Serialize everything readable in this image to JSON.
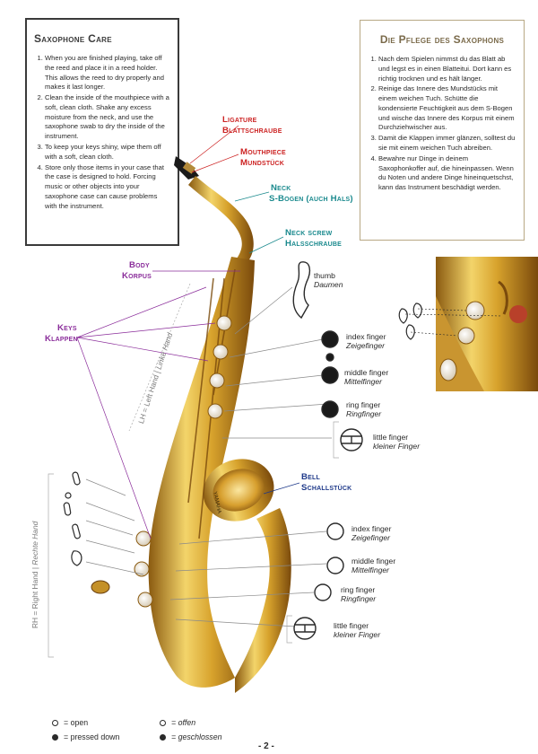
{
  "care_en": {
    "title": "Saxophone Care",
    "items": [
      "When you are finished playing, take off the reed and place it in a reed holder. This allows the reed to dry properly and makes it last longer.",
      "Clean the inside of the mouthpiece with a soft, clean cloth. Shake any excess moisture from the neck, and use the saxophone swab to dry the inside of the instrument.",
      "To keep your keys shiny, wipe them off with a soft, clean cloth.",
      "Store only those items in your case that the case is designed to hold. Forcing music or other objects into your saxophone case can cause problems with the instrument."
    ]
  },
  "care_de": {
    "title": "Die Pflege des Saxophons",
    "items": [
      "Nach dem Spielen nimmst du das Blatt ab und legst es in einen Blatteitui. Dort kann es richtig trocknen und es hält länger.",
      "Reinige das Innere des Mundstücks mit einem weichen Tuch. Schütte die kondensierte Feuchtigkeit aus dem S-Bogen und wische das Innere des Korpus mit einem Durchziehwischer aus.",
      "Damit die Klappen immer glänzen, solltest du sie mit einem weichen Tuch abreiben.",
      "Bewahre nur Dinge in deinem Saxophonkoffer auf, die hineinpassen. Wenn du Noten und andere Dinge hineinquetschst, kann das Instrument beschädigt werden."
    ]
  },
  "parts": {
    "ligature": {
      "en": "Ligature",
      "de": "Blattschraube"
    },
    "mouthpiece": {
      "en": "Mouthpiece",
      "de": "Mundstück"
    },
    "neck": {
      "en": "Neck",
      "de": "S-Bogen (auch Hals)"
    },
    "neck_screw": {
      "en": "Neck screw",
      "de": "Halsschraube"
    },
    "body": {
      "en": "Body",
      "de": "Korpus"
    },
    "keys": {
      "en": "Keys",
      "de": "Klappen"
    },
    "bell": {
      "en": "Bell",
      "de": "Schallstück"
    }
  },
  "hands": {
    "left": "LH = Left Hand",
    "left_de": "Linke Hand",
    "right": "RH = Right Hand",
    "right_de": "Rechte Hand"
  },
  "fingers_left": [
    {
      "en": "thumb",
      "de": "Daumen"
    },
    {
      "en": "index finger",
      "de": "Zeigefinger"
    },
    {
      "en": "middle finger",
      "de": "Mittelfinger"
    },
    {
      "en": "ring finger",
      "de": "Ringfinger"
    },
    {
      "en": "little finger",
      "de": "kleiner Finger"
    }
  ],
  "fingers_right": [
    {
      "en": "index finger",
      "de": "Zeigefinger"
    },
    {
      "en": "middle finger",
      "de": "Mittelfinger"
    },
    {
      "en": "ring finger",
      "de": "Ringfinger"
    },
    {
      "en": "little finger",
      "de": "kleiner Finger"
    }
  ],
  "brand": "YAMAHA",
  "legend": {
    "open_en": "= open",
    "pressed_en": "= pressed down",
    "open_de": "= offen",
    "pressed_de": "= geschlossen"
  },
  "page_number": "- 2 -",
  "colors": {
    "ligature_red": "#cc2222",
    "neck_teal": "#1b8a8e",
    "keys_purple": "#8a2c9a",
    "bell_blue": "#1f3a8a",
    "brass": "#d4a52a"
  }
}
